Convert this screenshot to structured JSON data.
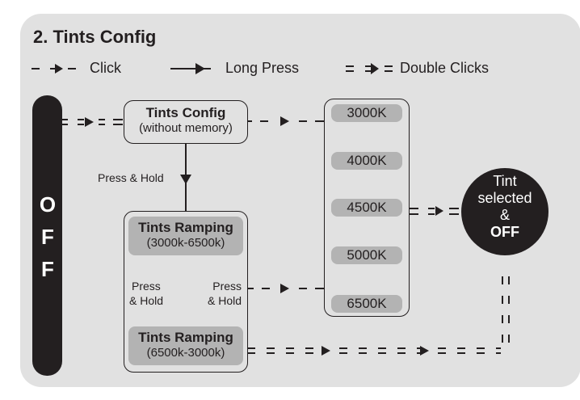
{
  "title": "2. Tints Config",
  "legend": {
    "click": "Click",
    "long_press": "Long Press",
    "double_clicks": "Double Clicks"
  },
  "off_bar": {
    "letters": [
      "O",
      "F",
      "F"
    ]
  },
  "tints_config": {
    "title": "Tints Config",
    "subtitle": "(without memory)"
  },
  "press_hold_main": "Press & Hold",
  "ramping": {
    "up": {
      "title": "Tints Ramping",
      "range": "(3000k-6500k)"
    },
    "down": {
      "title": "Tints Ramping",
      "range": "(6500k-3000k)"
    },
    "press_left": [
      "Press",
      "& Hold"
    ],
    "press_right": [
      "Press",
      "& Hold"
    ]
  },
  "tints": [
    "3000K",
    "4000K",
    "4500K",
    "5000K",
    "6500K"
  ],
  "end_state": {
    "line1": "Tint",
    "line2": "selected",
    "line3": "&",
    "line4": "OFF"
  },
  "colors": {
    "panel": "#e1e1e1",
    "dark": "#231f20",
    "gray_box": "#b3b3b3"
  }
}
